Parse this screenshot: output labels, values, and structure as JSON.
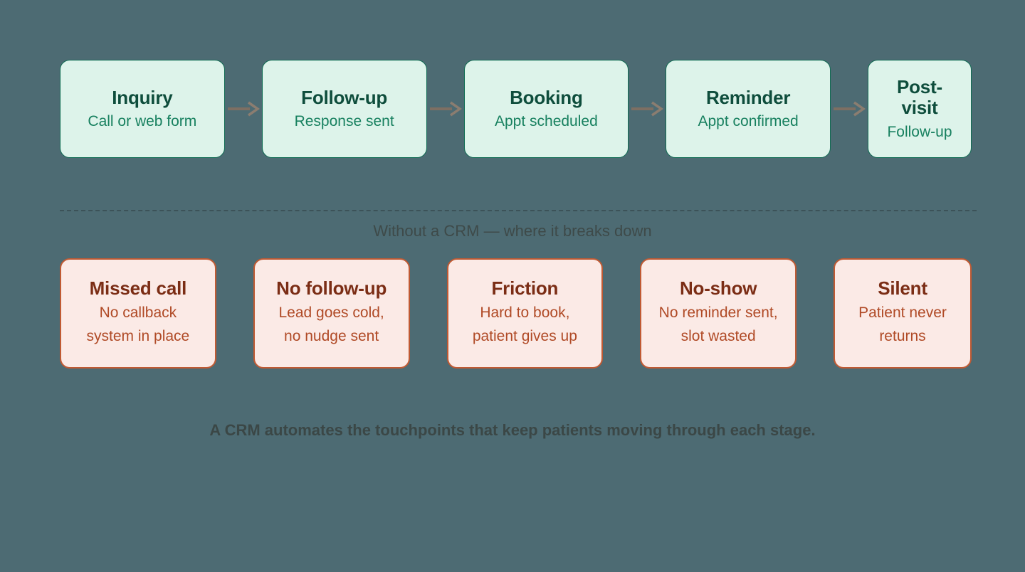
{
  "background_color": "#4d6b73",
  "palette": {
    "stage_fill": "#ddf3ea",
    "stage_border": "#0f6b52",
    "stage_title": "#0e4d3c",
    "stage_subtitle": "#17805f",
    "failure_fill": "#fbeae6",
    "failure_border": "#c05a33",
    "failure_title": "#7b2d15",
    "failure_subtitle": "#b04a26",
    "arrow": "#7d6f63",
    "divider": "#3c5258",
    "caption_text": "#3e4a49"
  },
  "stages": [
    {
      "title": "Inquiry",
      "subtitle": "Call or web form"
    },
    {
      "title": "Follow-up",
      "subtitle": "Response sent"
    },
    {
      "title": "Booking",
      "subtitle": "Appt scheduled"
    },
    {
      "title": "Reminder",
      "subtitle": "Appt confirmed"
    },
    {
      "title": "Post-\nvisit",
      "subtitle": "Follow-up"
    }
  ],
  "arrow_icon": "arrow-right-icon",
  "divider": {
    "caption": "Without a CRM — where it breaks down"
  },
  "failures": [
    {
      "title": "Missed call",
      "subtitle": "No callback\nsystem in place"
    },
    {
      "title": "No follow-up",
      "subtitle": "Lead goes cold,\nno nudge sent"
    },
    {
      "title": "Friction",
      "subtitle": "Hard to book,\npatient gives up"
    },
    {
      "title": "No-show",
      "subtitle": "No reminder sent,\nslot wasted"
    },
    {
      "title": "Silent",
      "subtitle": "Patient never\nreturns"
    }
  ],
  "footer": {
    "note": "A CRM automates the touchpoints that keep patients moving through each stage."
  }
}
